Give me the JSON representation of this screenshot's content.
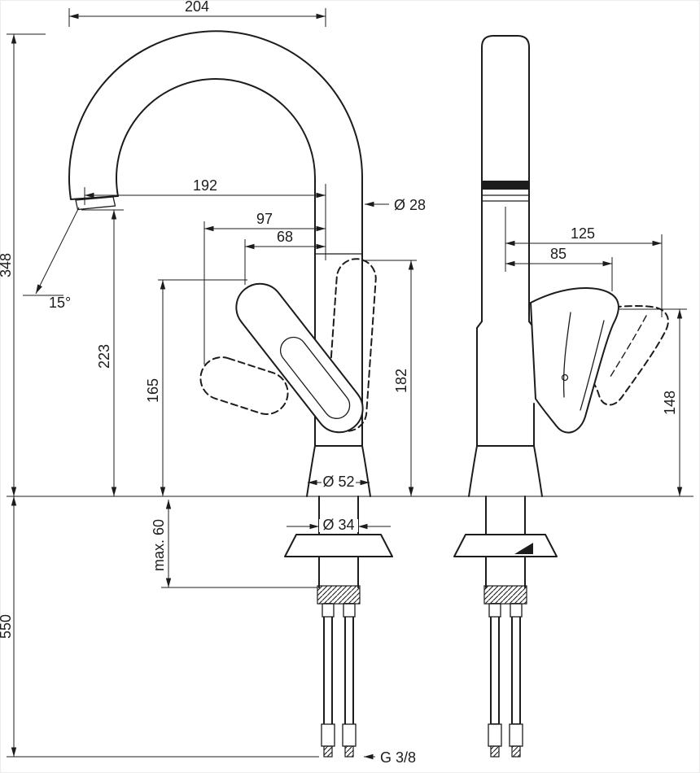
{
  "drawing": {
    "kind": "faucet installation dimension drawing, front and side views",
    "line_color": "#1c1c1c",
    "background": "#ffffff"
  },
  "dims": {
    "d204": "204",
    "d348": "348",
    "d550": "550",
    "d192": "192",
    "d28": "Ø 28",
    "d97": "97",
    "d68": "68",
    "a15": "15°",
    "d223": "223",
    "d165": "165",
    "d182": "182",
    "d52": "Ø 52",
    "d34": "Ø 34",
    "max60": "max. 60",
    "g38": "G 3/8",
    "d125": "125",
    "d85": "85",
    "d148": "148"
  }
}
